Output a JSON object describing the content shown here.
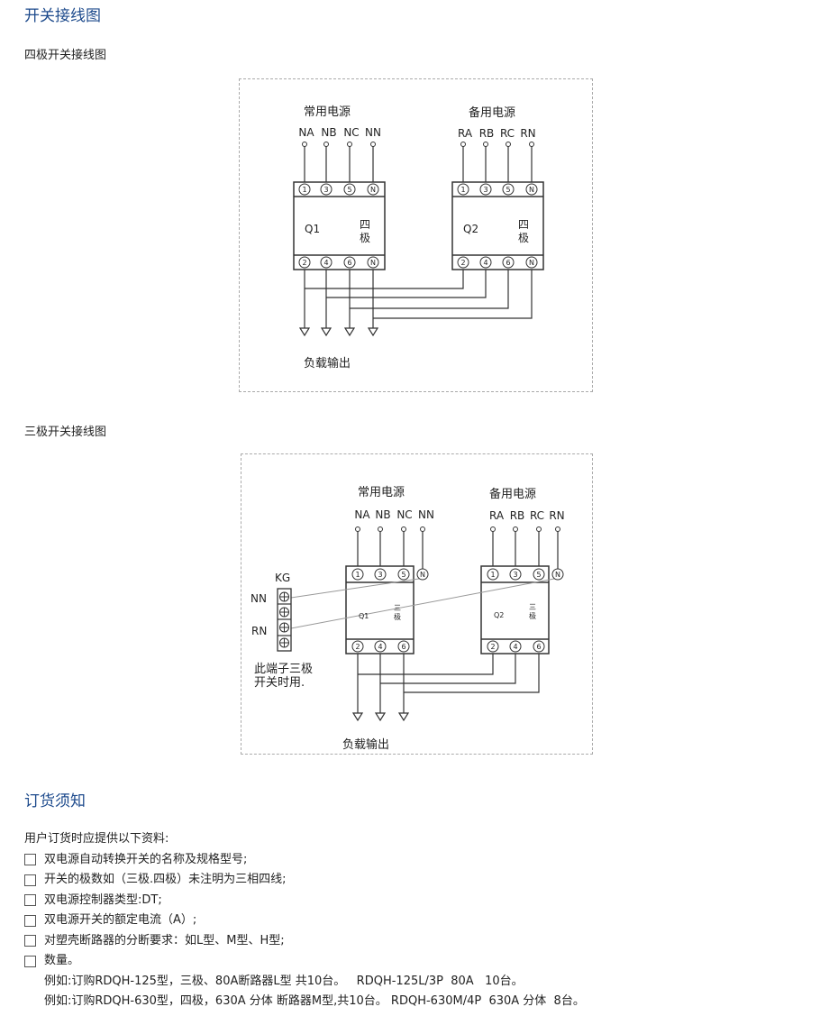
{
  "section1": {
    "title": "开关接线图"
  },
  "four_pole": {
    "title": "四极开关接线图",
    "normal_source": "常用电源",
    "backup_source": "备用电源",
    "normal_labels": [
      "NA",
      "NB",
      "NC",
      "NN"
    ],
    "backup_labels": [
      "RA",
      "RB",
      "RC",
      "RN"
    ],
    "top_terminals": [
      "1",
      "3",
      "5",
      "N"
    ],
    "bottom_terminals": [
      "2",
      "4",
      "6",
      "N"
    ],
    "q1": "Q1",
    "q2": "Q2",
    "pole_label_1": "四",
    "pole_label_2": "极",
    "load_output": "负载输出"
  },
  "three_pole": {
    "title": "三极开关接线图",
    "normal_source": "常用电源",
    "backup_source": "备用电源",
    "normal_labels": [
      "NA",
      "NB",
      "NC",
      "NN"
    ],
    "backup_labels": [
      "RA",
      "RB",
      "RC",
      "RN"
    ],
    "top_terminals": [
      "1",
      "3",
      "5",
      "N"
    ],
    "bottom_terminals": [
      "2",
      "4",
      "6"
    ],
    "q1": "Q1",
    "q2": "Q2",
    "pole_label_1": "三",
    "pole_label_2": "极",
    "kg": "KG",
    "nn": "NN",
    "rn": "RN",
    "note_1": "此端子三极",
    "note_2": "开关时用.",
    "load_output": "负载输出"
  },
  "ordering": {
    "title": "订货须知",
    "intro": "用户订货时应提供以下资料:",
    "items": [
      "双电源自动转换开关的名称及规格型号;",
      "开关的极数如（三极.四极）未注明为三相四线;",
      "双电源控制器类型:DT;",
      "双电源开关的额定电流（A）;",
      "对塑壳断路器的分断要求：如L型、M型、H型;",
      "数量。"
    ],
    "examples": [
      "例如:订购RDQH-125型，三极、80A断路器L型 共10台。   RDQH-125L/3P  80A   10台。",
      "例如:订购RDQH-630型，四极，630A 分体 断路器M型,共10台。 RDQH-630M/4P  630A 分体  8台。"
    ]
  },
  "colors": {
    "heading": "#1d4a8c"
  }
}
